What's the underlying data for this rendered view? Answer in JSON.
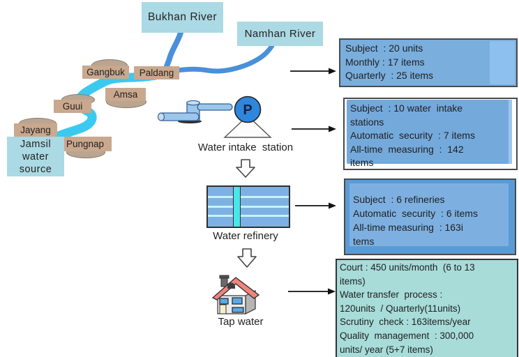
{
  "map": {
    "river_label_boxes": [
      {
        "id": "bukhan",
        "text": "Bukhan  River"
      },
      {
        "id": "namhan",
        "text": "Namhan  River"
      }
    ],
    "source_box_lines": [
      "Jamsil",
      "water",
      "source"
    ],
    "place_labels": [
      "Gangbuk",
      "Paldang",
      "Amsa",
      "Guui",
      "Jayang",
      "Pungnap"
    ]
  },
  "flow": {
    "pump_letter": "P",
    "stage_labels": [
      "Water intake  station",
      "Water refinery",
      "Tap water"
    ]
  },
  "info_boxes": [
    {
      "lines": [
        "Subject  : 20 units",
        "Monthly : 17 items",
        "Quarterly  : 25 items"
      ]
    },
    {
      "lines": [
        "Subject  : 10 water  intake",
        "stations",
        "Automatic  security  : 7 items",
        "All-time  measuring  :  142",
        "items"
      ]
    },
    {
      "lines": [
        "Subject  : 6 refineries",
        "Automatic  security  : 6 items",
        "All-time measuring  : 163i",
        "tems"
      ]
    },
    {
      "lines": [
        "Court : 450 units/month  (6 to 13",
        "items)",
        "Water transfer  process :",
        "120units  / Quarterly(11units)",
        "Scrutiny  check : 163items/year",
        "Quality  management  : 300,000",
        "units/ year (5+7 items)"
      ]
    }
  ],
  "colors": {
    "river_main": "#3cc9f0",
    "river_tributary": "#4a90d9",
    "place_label_bg": "#c9a88e",
    "mound": "#b9a592",
    "cyan_box_bg": "#abd9e4",
    "info_blue": "#7aaedd",
    "info_blue_light": "#8ec0ef",
    "info_blue_mid": "#74a9dc",
    "info_blue_dark": "#5b9bd5",
    "info_teal": "#a7dcd9",
    "pump_blue": "#2f86dd",
    "refinery_blue": "#7eb1e3",
    "refinery_stripe": "#4ae6ea",
    "roof_red": "#f2837d"
  }
}
